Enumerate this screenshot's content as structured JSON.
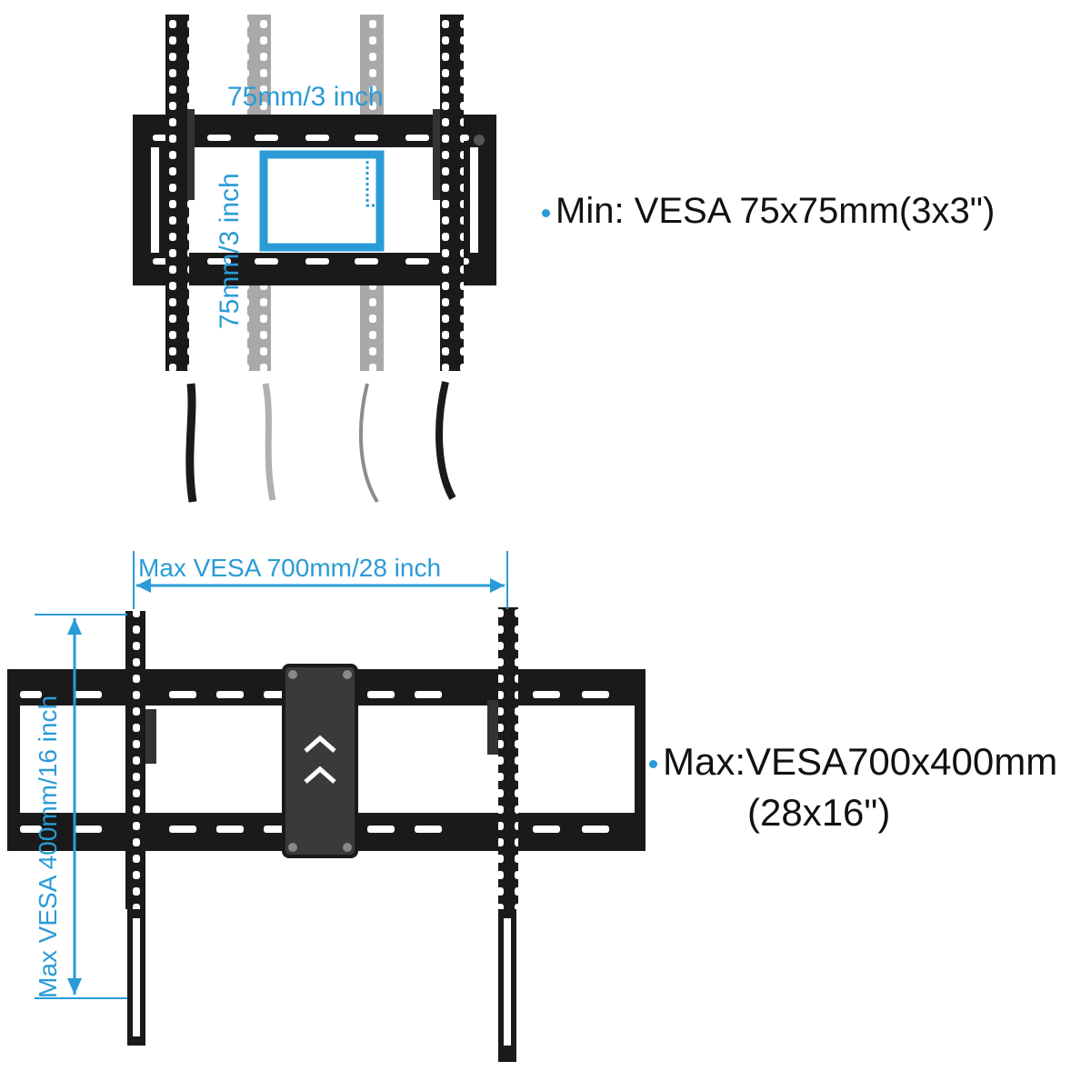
{
  "min_mount": {
    "width_label": "75mm/3 inch",
    "height_label": "75mm/3 inch",
    "spec_text": "Min: VESA 75x75mm(3x3\")"
  },
  "max_mount": {
    "width_label": "Max VESA 700mm/28 inch",
    "height_label": "Max VESA 400mm/16 inch",
    "spec_line1": "Max:VESA700x400mm",
    "spec_line2": "(28x16\")"
  },
  "colors": {
    "accent": "#2a9bd6",
    "bracket": "#1a1a1a",
    "ghost_arm": "#a9a9a9"
  }
}
